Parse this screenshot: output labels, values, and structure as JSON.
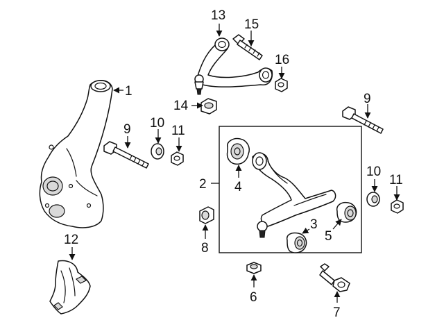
{
  "diagram": {
    "callouts": [
      {
        "id": "c1",
        "text": "1"
      },
      {
        "id": "c2",
        "text": "2"
      },
      {
        "id": "c3",
        "text": "3"
      },
      {
        "id": "c4",
        "text": "4"
      },
      {
        "id": "c5",
        "text": "5"
      },
      {
        "id": "c6",
        "text": "6"
      },
      {
        "id": "c7",
        "text": "7"
      },
      {
        "id": "c8",
        "text": "8"
      },
      {
        "id": "c9a",
        "text": "9"
      },
      {
        "id": "c9b",
        "text": "9"
      },
      {
        "id": "c10a",
        "text": "10"
      },
      {
        "id": "c10b",
        "text": "10"
      },
      {
        "id": "c11a",
        "text": "11"
      },
      {
        "id": "c11b",
        "text": "11"
      },
      {
        "id": "c12",
        "text": "12"
      },
      {
        "id": "c13",
        "text": "13"
      },
      {
        "id": "c14",
        "text": "14"
      },
      {
        "id": "c15",
        "text": "15"
      },
      {
        "id": "c16",
        "text": "16"
      }
    ]
  }
}
